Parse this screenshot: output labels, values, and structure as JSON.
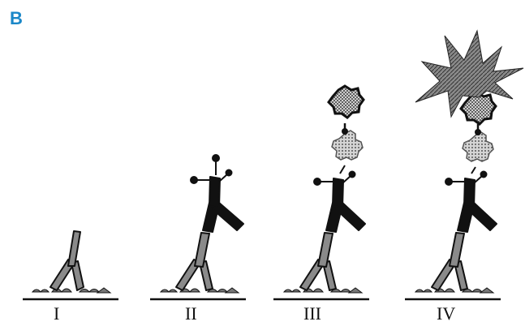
{
  "panel_letter": "B",
  "steps": [
    {
      "label": "I"
    },
    {
      "label": "II"
    },
    {
      "label": "III"
    },
    {
      "label": "IV"
    }
  ],
  "colors": {
    "panel_letter": "#1a87c8",
    "capture_antibody": "#8a8a8a",
    "detection_antibody": "#111111",
    "outline": "#111111",
    "antigen_fill": "#9a9a9a",
    "reporter_fill": "#c8c8c8",
    "signal_fill": "#7a7a7a",
    "background": "#ffffff"
  }
}
